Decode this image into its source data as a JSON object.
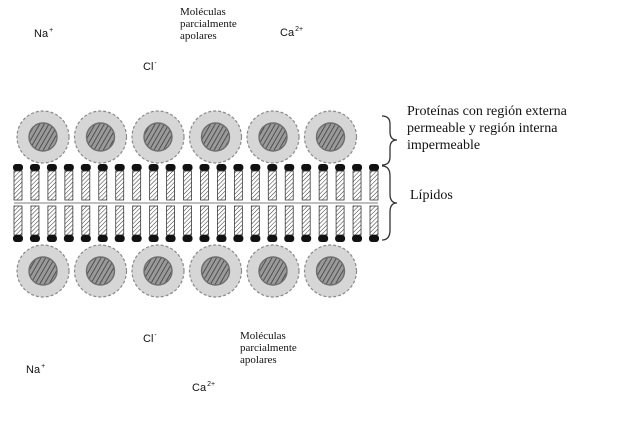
{
  "top": {
    "na": {
      "base": "Na",
      "sup": "+"
    },
    "cl": {
      "base": "Cl",
      "sup": "-"
    },
    "ca": {
      "base": "Ca",
      "sup": "2+"
    },
    "molecules": {
      "line1": "Moléculas",
      "line2": "parcialmente",
      "line3": "apolares"
    }
  },
  "bottom": {
    "na": {
      "base": "Na",
      "sup": "+"
    },
    "cl": {
      "base": "Cl",
      "sup": "-"
    },
    "ca": {
      "base": "Ca",
      "sup": "2+"
    },
    "molecules": {
      "line1": "Moléculas",
      "line2": "parcialmente",
      "line3": "apolares"
    }
  },
  "labels": {
    "proteins": {
      "line1": "Proteínas con región externa",
      "line2": "permeable y región interna",
      "line3": "impermeable"
    },
    "lipids": "Lípidos"
  },
  "colors": {
    "outline": "#8a8a8a",
    "halo": "#d6d6d6",
    "core": "#6e6e6e",
    "head": "#111111",
    "tail": "#3a3a3a"
  }
}
